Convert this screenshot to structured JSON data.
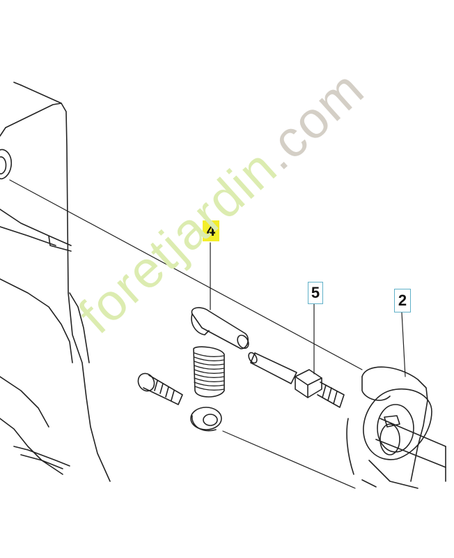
{
  "labels": {
    "part_4": "4",
    "part_5": "5",
    "part_2": "2"
  },
  "watermark": {
    "brand": "foretjardin",
    "suffix": ".com"
  },
  "colors": {
    "label_4_highlight": "#f3ee2a",
    "label_border": "#5fb0c8",
    "line_art": "#222222",
    "watermark_green": "#dcecb0",
    "watermark_grey": "#d4cfc6"
  }
}
